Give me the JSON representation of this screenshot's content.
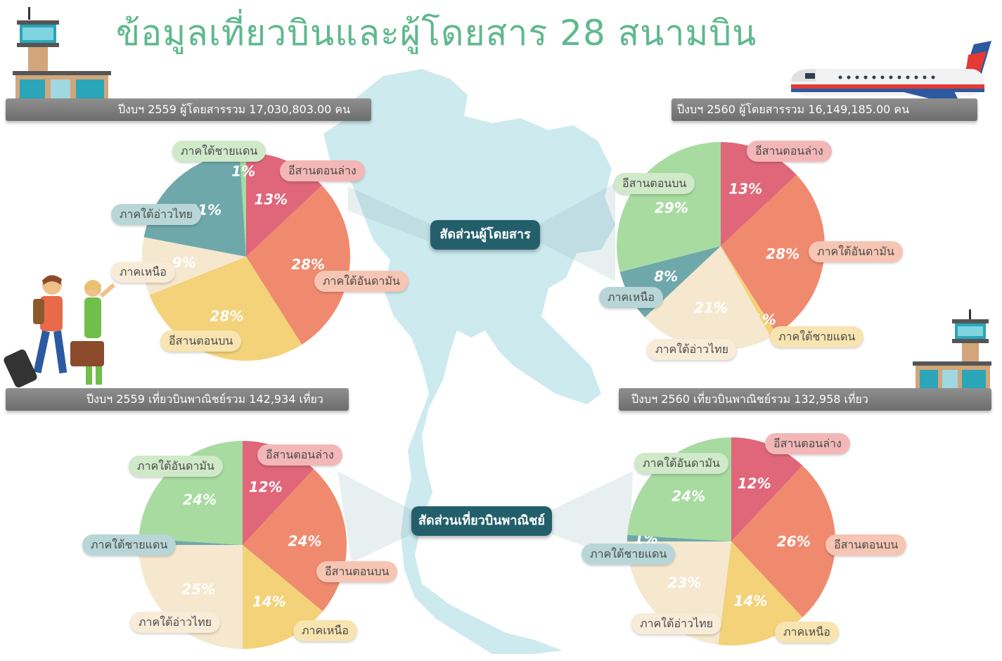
{
  "title": "ข้อมูลเที่ยวบินและผู้โดยสาร 28 สนามบิน",
  "bars": {
    "pax_2559": "ปีงบฯ 2559 ผู้โดยสารรวม 17,030,803.00 คน",
    "pax_2560": "ปีงบฯ 2560 ผู้โดยสารรวม 16,149,185.00 คน",
    "flights_2559": "ปีงบฯ 2559 เที่ยวบินพาณิชย์รวม 142,934 เที่ยว",
    "flights_2560": "ปีงบฯ 2560 เที่ยวบินพาณิชย์รวม 132,958 เที่ยว"
  },
  "center_labels": {
    "passengers": "สัดส่วนผู้โดยสาร",
    "flights": "สัดส่วนเที่ยวบินพาณิชย์"
  },
  "colors": {
    "lower_isan": "#e0667a",
    "andaman": "#f08a6e",
    "upper_isan": "#f3d27a",
    "north": "#f5e8cf",
    "gulf": "#6fa8aa",
    "border": "#a8dba0",
    "map": "#cdeaef",
    "center_label_bg": "#235f6b",
    "title": "#5fb88e"
  },
  "chart_data": [
    {
      "type": "pie",
      "title": "ปีงบฯ 2559 ผู้โดยสารรวม 17,030,803.00 คน",
      "slices": [
        {
          "label": "อีสานตอนล่าง",
          "value": 13,
          "color": "#e0667a"
        },
        {
          "label": "ภาคใต้อันดามัน",
          "value": 28,
          "color": "#f08a6e"
        },
        {
          "label": "อีสานตอนบน",
          "value": 28,
          "color": "#f3d27a"
        },
        {
          "label": "ภาคเหนือ",
          "value": 9,
          "color": "#f5e8cf"
        },
        {
          "label": "ภาคใต้อ่าวไทย",
          "value": 21,
          "color": "#6fa8aa"
        },
        {
          "label": "ภาคใต้ชายแดน",
          "value": 1,
          "color": "#a8dba0"
        }
      ]
    },
    {
      "type": "pie",
      "title": "ปีงบฯ 2560 ผู้โดยสารรวม 16,149,185.00 คน",
      "slices": [
        {
          "label": "อีสานตอนล่าง",
          "value": 13,
          "color": "#e0667a"
        },
        {
          "label": "ภาคใต้อันดามัน",
          "value": 28,
          "color": "#f08a6e"
        },
        {
          "label": "ภาคใต้ชายแดน",
          "value": 1,
          "color": "#f3d27a"
        },
        {
          "label": "ภาคใต้อ่าวไทย",
          "value": 21,
          "color": "#f5e8cf"
        },
        {
          "label": "ภาคเหนือ",
          "value": 8,
          "color": "#6fa8aa"
        },
        {
          "label": "อีสานตอนบน",
          "value": 29,
          "color": "#a8dba0"
        }
      ]
    },
    {
      "type": "pie",
      "title": "ปีงบฯ 2559 เที่ยวบินพาณิชย์รวม 142,934 เที่ยว",
      "slices": [
        {
          "label": "อีสานตอนล่าง",
          "value": 12,
          "color": "#e0667a"
        },
        {
          "label": "อีสานตอนบน",
          "value": 24,
          "color": "#f08a6e"
        },
        {
          "label": "ภาคเหนือ",
          "value": 14,
          "color": "#f3d27a"
        },
        {
          "label": "ภาคใต้อ่าวไทย",
          "value": 25,
          "color": "#f5e8cf"
        },
        {
          "label": "ภาคใต้ชายแดน",
          "value": 1,
          "color": "#6fa8aa"
        },
        {
          "label": "ภาคใต้อันดามัน",
          "value": 24,
          "color": "#a8dba0"
        }
      ]
    },
    {
      "type": "pie",
      "title": "ปีงบฯ 2560 เที่ยวบินพาณิชย์รวม 132,958 เที่ยว",
      "slices": [
        {
          "label": "อีสานตอนล่าง",
          "value": 12,
          "color": "#e0667a"
        },
        {
          "label": "อีสานตอนบน",
          "value": 26,
          "color": "#f08a6e"
        },
        {
          "label": "ภาคเหนือ",
          "value": 14,
          "color": "#f3d27a"
        },
        {
          "label": "ภาคใต้อ่าวไทย",
          "value": 23,
          "color": "#f5e8cf"
        },
        {
          "label": "ภาคใต้ชายแดน",
          "value": 1,
          "color": "#6fa8aa"
        },
        {
          "label": "ภาคใต้อันดามัน",
          "value": 24,
          "color": "#a8dba0"
        }
      ]
    }
  ]
}
